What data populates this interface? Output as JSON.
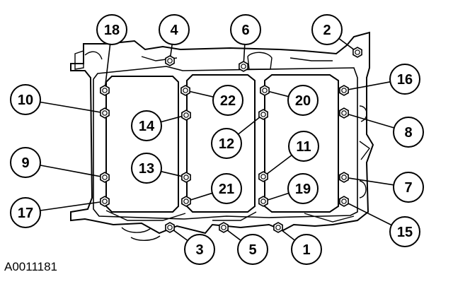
{
  "figure": {
    "code": "A0011181"
  },
  "callouts": [
    {
      "label": "18"
    },
    {
      "label": "4"
    },
    {
      "label": "6"
    },
    {
      "label": "2"
    },
    {
      "label": "10"
    },
    {
      "label": "16"
    },
    {
      "label": "22"
    },
    {
      "label": "20"
    },
    {
      "label": "14"
    },
    {
      "label": "8"
    },
    {
      "label": "12"
    },
    {
      "label": "11"
    },
    {
      "label": "9"
    },
    {
      "label": "13"
    },
    {
      "label": "7"
    },
    {
      "label": "21"
    },
    {
      "label": "19"
    },
    {
      "label": "17"
    },
    {
      "label": "15"
    },
    {
      "label": "3"
    },
    {
      "label": "5"
    },
    {
      "label": "1"
    }
  ]
}
